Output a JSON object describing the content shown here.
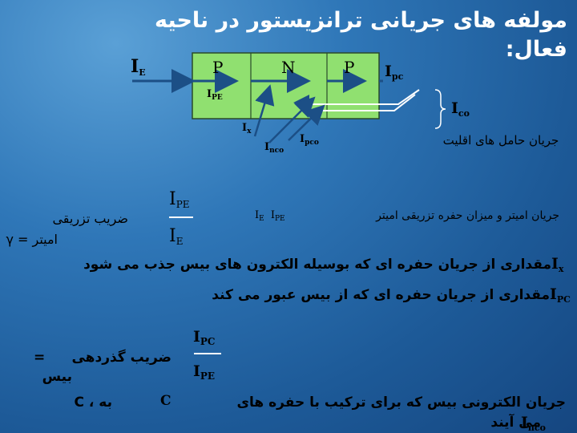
{
  "slide": {
    "title": "مولفه های جریانی ترانزیستور در ناحیه فعال:",
    "diagram": {
      "region_p1": "P",
      "region_n": "N",
      "region_p2": "P",
      "ie": "I",
      "ie_sub": "E",
      "ipe": "I",
      "ipe_sub": "PE",
      "ipc": "I",
      "ipc_sub": "pc",
      "ico": "I",
      "ico_sub": "co",
      "ix": "I",
      "ix_sub": "x",
      "inco": "I",
      "inco_sub": "nco",
      "ipco": "I",
      "ipco_sub": "pco",
      "minority_caption": "جریان حامل های اقلیت"
    },
    "injection": {
      "definition_text": "جریان امیتر و  میزان حفره تزریقی امیتر",
      "def_ie": "I",
      "def_ie_sub": "E",
      "def_ipe": "I",
      "def_ipe_sub": "PE",
      "coef_label": "ضریب تزریقی",
      "coef_label2": "امیتر = γ",
      "num": "I",
      "num_sub": "PE",
      "den": "I",
      "den_sub": "E"
    },
    "ix_line": {
      "sym": "I",
      "sym_sub": "x",
      "text": "مقداری از جریان حفره ای که بوسیله الکترون های بیس جذب می شود"
    },
    "ipc_line": {
      "sym": "I",
      "sym_sub": "PC",
      "text": "مقداری از جریان حفره ای که از بیس عبور می کند"
    },
    "transport": {
      "label": "ضریب گذردهی",
      "label2": "بیس",
      "eq": "=",
      "num": "I",
      "num_sub": "PC",
      "den": "I",
      "den_sub": "PE"
    },
    "bottom": {
      "line1": "جریان الکترونی بیس که برای ترکیب با حفره های",
      "c_symbol": "C",
      "middle": "C ، به",
      "line2": "می آیند",
      "sym": "I",
      "sym_sub": "nco"
    },
    "colors": {
      "bg_top": "#5aa0d6",
      "bg_bottom": "#154680",
      "box_fill": "#90e070",
      "arrow_color": "#1c4f86"
    }
  }
}
